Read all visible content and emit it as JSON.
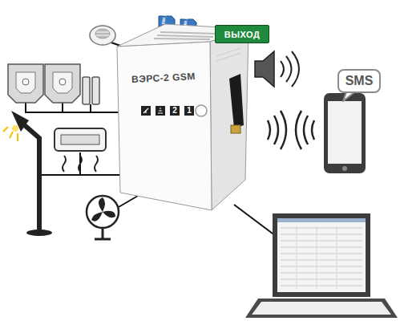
{
  "diagram": {
    "nodes": [
      {
        "text": [
          "ВЭРС-2 GSM"
        ]
      },
      {
        "text": [
          "ВЫХОД"
        ]
      },
      {
        "text": [
          "SMS"
        ]
      }
    ],
    "labels": [
      "SIM 1",
      "SIM 2",
      "2",
      "1"
    ]
  }
}
